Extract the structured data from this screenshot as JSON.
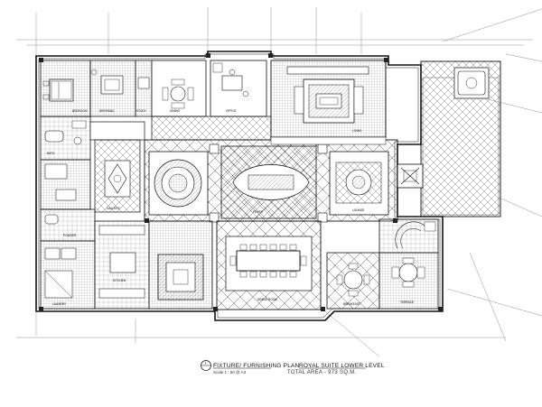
{
  "title_block": {
    "drawing_no": "1",
    "plan_title": "FIXTURE/ FURNISHING PLAN",
    "plan_scale": "Scale 1 : 50 @ A3",
    "suite_title": "ROYAL SUITE LOWER LEVEL",
    "total_area": "TOTAL AREA - 973 SQ.M."
  },
  "room_labels": {
    "bedroom": "BEDROOM",
    "dressing": "DRESSING",
    "study": "STUDY",
    "dining_small": "DINING",
    "office": "OFFICE",
    "living": "LIVING",
    "bath": "BATH",
    "foyer": "FOYER",
    "gallery": "GALLERY",
    "lounge": "LOUNGE",
    "powder": "POWDER",
    "laundry": "LAUNDRY",
    "kitchen": "KITCHEN",
    "dining": "DINING ROOM",
    "breakfast": "BREAKFAST",
    "terrace": "TERRACE"
  },
  "colors": {
    "line": "#111111",
    "fill_hatch": "#9a9a9a",
    "paper": "#ffffff"
  }
}
